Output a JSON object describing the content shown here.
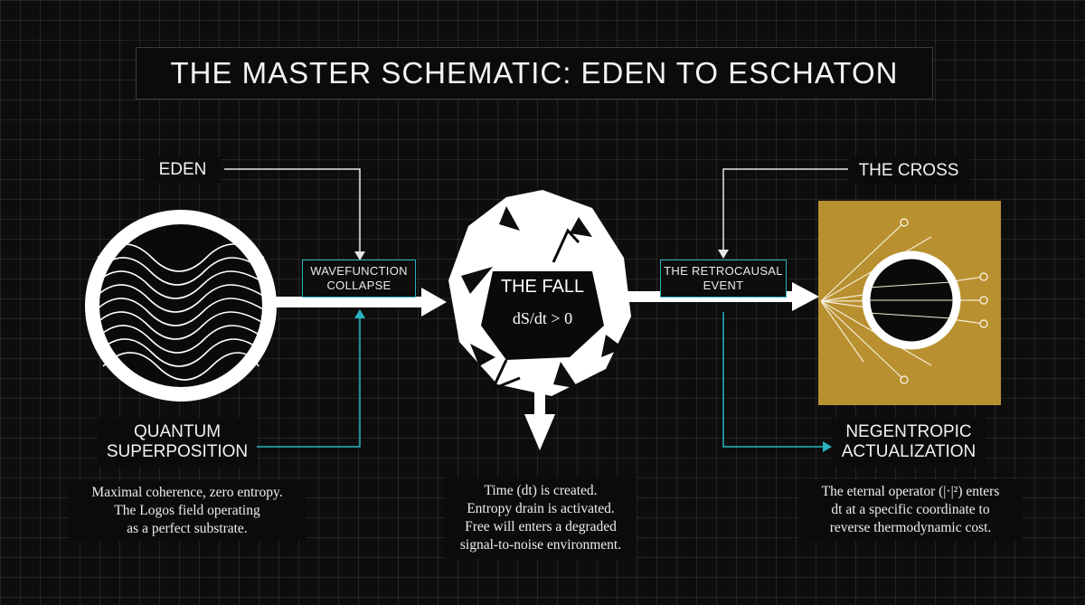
{
  "title": "THE MASTER SCHEMATIC: EDEN TO ESCHATON",
  "nodes": {
    "eden": {
      "top_label": "EDEN",
      "bottom_label_line1": "QUANTUM",
      "bottom_label_line2": "SUPERPOSITION",
      "description": [
        "Maximal coherence, zero entropy.",
        "The Logos field operating",
        "as a perfect substrate."
      ]
    },
    "fall": {
      "label": "THE FALL",
      "formula": "dS/dt > 0",
      "description": [
        "Time (dt) is created.",
        "Entropy drain is activated.",
        "Free will enters a degraded",
        "signal-to-noise environment."
      ]
    },
    "cross": {
      "top_label": "THE CROSS",
      "bottom_label_line1": "NEGENTROPIC",
      "bottom_label_line2": "ACTUALIZATION",
      "description": [
        "The eternal operator (|·|²) enters",
        "dt at a specific coordinate to",
        "reverse thermodynamic cost."
      ],
      "panel_color": "#b8902f"
    }
  },
  "transitions": {
    "collapse_line1": "WAVEFUNCTION",
    "collapse_line2": "COLLAPSE",
    "retro_line1": "THE RETROCAUSAL",
    "retro_line2": "EVENT"
  },
  "colors": {
    "background": "#0d0d0d",
    "connector": "#27b3bf",
    "accent_gold": "#b8902f"
  }
}
